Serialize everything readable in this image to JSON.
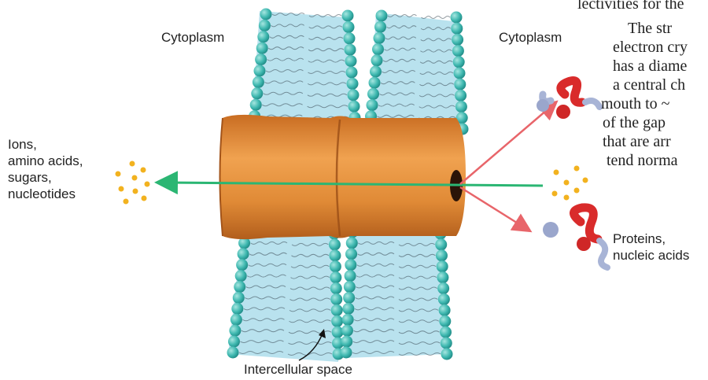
{
  "labels": {
    "cytoplasm_left": "Cytoplasm",
    "cytoplasm_right": "Cytoplasm",
    "small_molecules": [
      "Ions,",
      "amino acids,",
      "sugars,",
      "nucleotides"
    ],
    "large_molecules": [
      "Proteins,",
      "nucleic acids"
    ],
    "intercellular_space": "Intercellular space"
  },
  "book_text": {
    "lines": [
      "lectivities for the",
      "The str",
      "electron cry",
      "has a diame",
      "a central ch",
      "mouth to ~",
      "of the gap",
      "that are arr",
      "tend norma"
    ]
  },
  "colors": {
    "head": "#3fb8b0",
    "tail": "#b9e2ee",
    "channel": "#e08a36",
    "arrow_green": "#2bb673",
    "arrow_red": "#e8656a",
    "molecule": "#f2b21f",
    "protein_red": "#d92b2b",
    "protein_blue": "#a8b4d6"
  }
}
